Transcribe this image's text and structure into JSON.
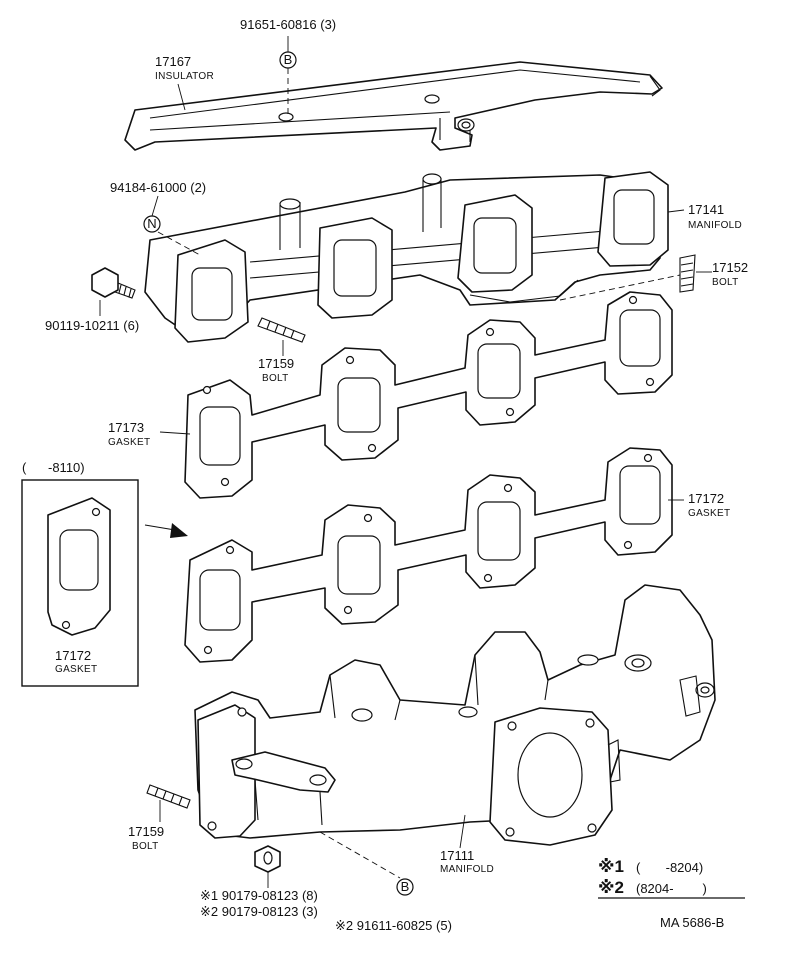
{
  "callouts": {
    "insulator_bolt": {
      "num": "91651-60816 (3)",
      "marker": "B"
    },
    "insulator": {
      "num": "17167",
      "name": "INSULATOR"
    },
    "nut": {
      "num": "94184-61000 (2)",
      "marker": "N"
    },
    "manifold_upper": {
      "num": "17141",
      "name": "MANIFOLD"
    },
    "stud_right": {
      "num": "17152",
      "name": "BOLT"
    },
    "bolt_left": {
      "num": "90119-10211 (6)"
    },
    "stud_mid": {
      "num": "17159",
      "name": "BOLT"
    },
    "gasket_upper": {
      "num": "17173",
      "name": "GASKET"
    },
    "gasket_lower": {
      "num": "17172",
      "name": "GASKET"
    },
    "inset_gasket": {
      "num": "17172",
      "name": "GASKET",
      "range": "(      -8110)"
    },
    "stud_lower": {
      "num": "17159",
      "name": "BOLT"
    },
    "manifold_lower": {
      "num": "17111",
      "name": "MANIFOLD"
    },
    "nut_lower_1": {
      "num": "※1 90179-08123 (8)"
    },
    "nut_lower_2": {
      "num": "※2 90179-08123 (3)"
    },
    "bolt_lower": {
      "num": "※2 91611-60825 (5)",
      "marker": "B"
    }
  },
  "legend": [
    {
      "mark": "※1",
      "range": "(       -8204)"
    },
    {
      "mark": "※2",
      "range": "(8204-        )"
    }
  ],
  "diagram_code": "MA 5686-B"
}
